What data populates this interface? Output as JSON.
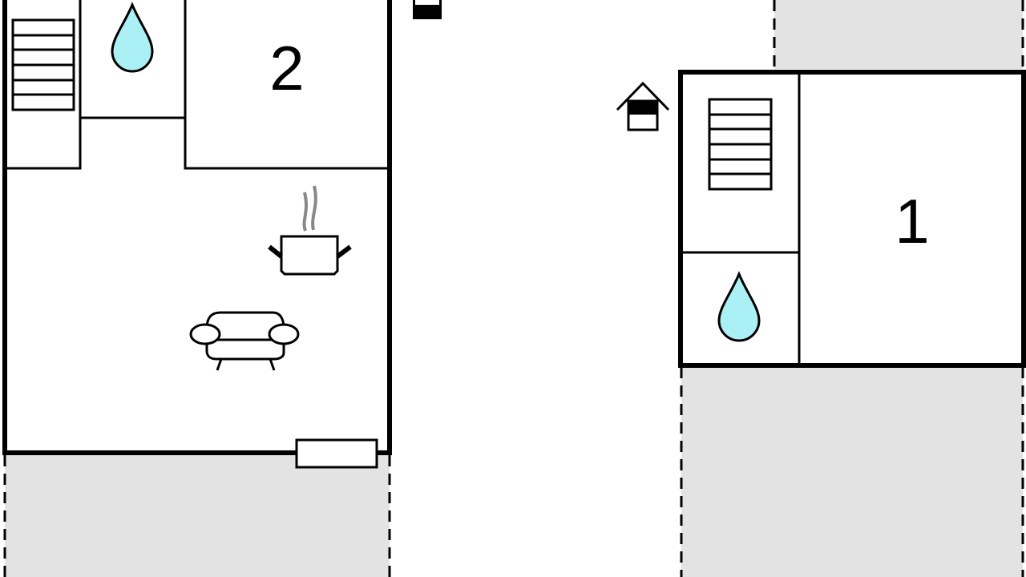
{
  "plan": {
    "rooms": [
      {
        "name": "bedroom-2",
        "label": "2"
      },
      {
        "name": "bedroom-1",
        "label": "1"
      }
    ],
    "icons": [
      "stairs-icon",
      "water-drop-icon",
      "cooking-pot-icon",
      "sofa-icon",
      "window-icon",
      "house-entrance-icon",
      "terrace-area"
    ],
    "colors": {
      "wall": "#000000",
      "water": "#aaf0f5",
      "terrace": "#e3e3e3",
      "steam": "#888888"
    }
  }
}
